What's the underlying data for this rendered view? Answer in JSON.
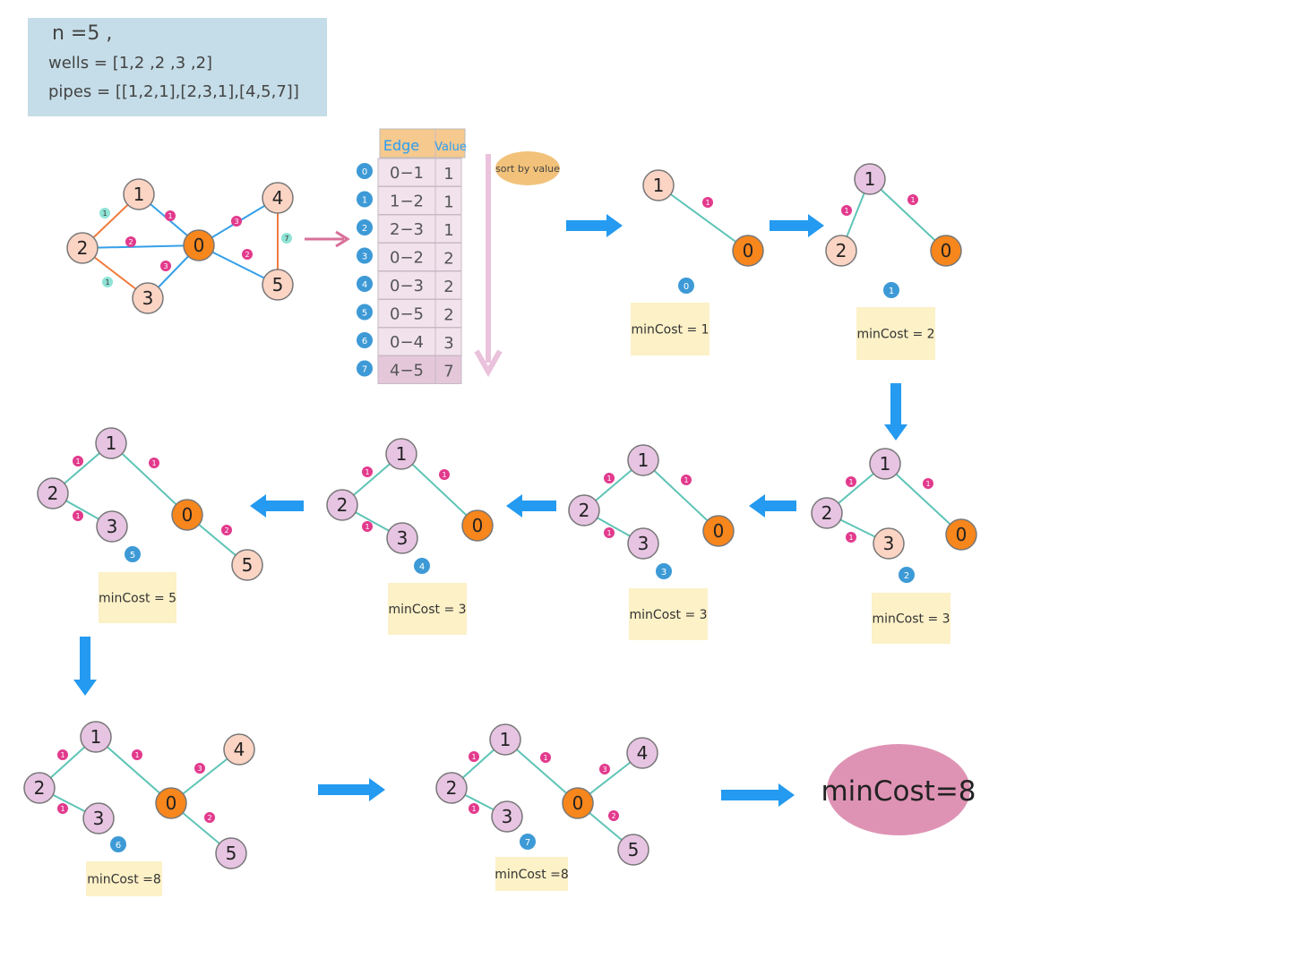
{
  "header_box": {
    "line1": "n =5 ,",
    "line2": "wells = [1,2 ,2 ,3 ,2]",
    "line3": "pipes = [[1,2,1],[2,3,1],[4,5,7]]"
  },
  "table": {
    "header_edge": "Edge",
    "header_value": "Value",
    "rows": [
      {
        "index": "0",
        "edge": "0−1",
        "value": "1"
      },
      {
        "index": "1",
        "edge": "1−2",
        "value": "1"
      },
      {
        "index": "2",
        "edge": "2−3",
        "value": "1"
      },
      {
        "index": "3",
        "edge": "0−2",
        "value": "2"
      },
      {
        "index": "4",
        "edge": "0−3",
        "value": "2"
      },
      {
        "index": "5",
        "edge": "0−5",
        "value": "2"
      },
      {
        "index": "6",
        "edge": "0−4",
        "value": "3"
      },
      {
        "index": "7",
        "edge": "4−5",
        "value": "7"
      }
    ]
  },
  "sort_label": "sort by value",
  "steps": [
    {
      "step": "0",
      "min_cost": "minCost = 1"
    },
    {
      "step": "1",
      "min_cost": "minCost = 2"
    },
    {
      "step": "2",
      "min_cost": "minCost = 3"
    },
    {
      "step": "3",
      "min_cost": "minCost = 3"
    },
    {
      "step": "4",
      "min_cost": "minCost = 3"
    },
    {
      "step": "5",
      "min_cost": "minCost = 5"
    },
    {
      "step": "6",
      "min_cost": "minCost =8"
    },
    {
      "step": "7",
      "min_cost": "minCost =8"
    }
  ],
  "result_label": "minCost=8",
  "node_labels": [
    "0",
    "1",
    "2",
    "3",
    "4",
    "5"
  ],
  "weight_labels": [
    "1",
    "2",
    "3",
    "7"
  ],
  "colors": {
    "header_bg": "#c5dde8",
    "node_peach": "#fbd4c4",
    "node_purple": "#e6c4e2",
    "node_orange": "#f7861c",
    "edge_teal": "#5ec4b7",
    "edge_blue": "#36a0e8",
    "edge_orange": "#f07a3c",
    "weight_magenta": "#e23a8d",
    "weight_teal": "#8ee3d6",
    "step_blue": "#3d9ad6",
    "arrow_blue": "#249af0",
    "arrow_pink": "#d9709a",
    "note_yellow": "#fcf1c7",
    "sort_badge": "#f2c27a",
    "table_header": "#f6c98e",
    "table_row": "#f1e2ec",
    "result_oval": "#df93b4"
  }
}
